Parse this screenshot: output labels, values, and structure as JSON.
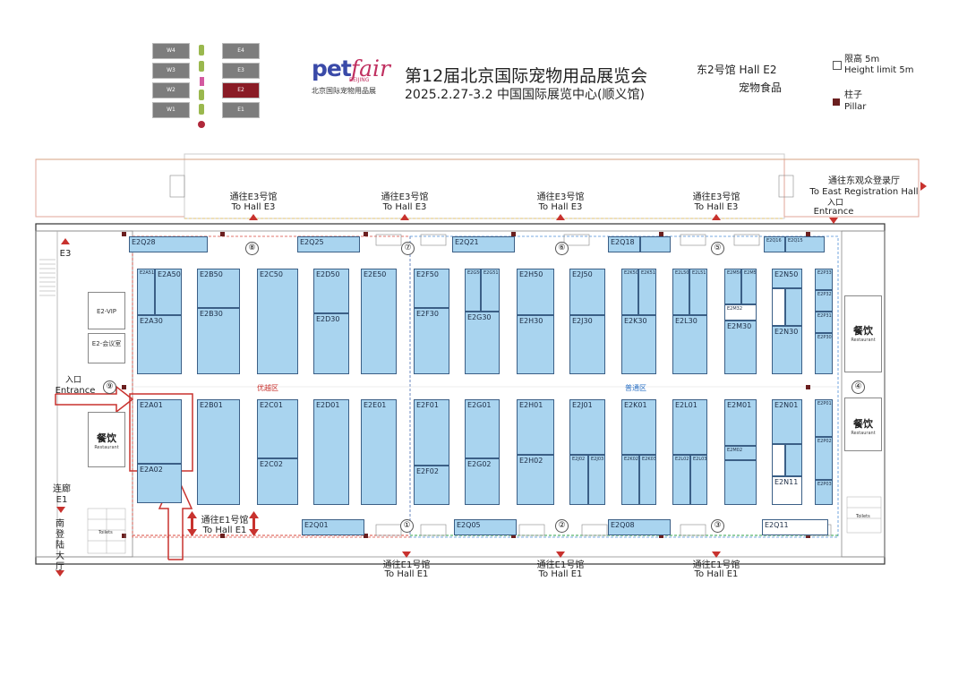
{
  "header": {
    "logo_pet": "pet",
    "logo_fair": "fair",
    "logo_beijing": "BEIJING",
    "logo_cn": "北京国际宠物用品展",
    "title": "第12届北京国际宠物用品展览会",
    "subtitle": "2025.2.27-3.2 中国国际展览中心(顺义馆)",
    "hall_name": "东2号馆 Hall E2",
    "hall_category": "宠物食品"
  },
  "legend": {
    "height_cn": "限高 5m",
    "height_en": "Height limit 5m",
    "pillar_cn": "柱子",
    "pillar_en": "Pillar"
  },
  "mini_map": {
    "blocks": [
      "W4",
      "W3",
      "W2",
      "W1",
      "E4",
      "E3",
      "E2",
      "E1"
    ],
    "highlight": "E2",
    "highlight_color": "#8a1c26"
  },
  "directions": {
    "to_e3_cn": "通往E3号馆",
    "to_e3_en": "To Hall E3",
    "to_e1_cn": "通往E1号馆",
    "to_e1_en": "To Hall E1",
    "to_east_cn": "通往东观众登录厅",
    "to_east_en": "To East Registration Hall",
    "entrance_cn": "入口",
    "entrance_en": "Entrance",
    "e3": "E3",
    "corridor_cn": "连廊",
    "corridor_e1": "E1",
    "south_hall_cn": "南登陆大厅"
  },
  "zones": {
    "premium": "优越区",
    "general": "普通区"
  },
  "facilities": {
    "vip": "E2-VIP",
    "meeting": "E2-会议室",
    "restaurant_cn": "餐饮",
    "restaurant_en": "Restaurant",
    "toilets": "Toilets"
  },
  "gates": [
    "①",
    "②",
    "③",
    "④",
    "⑤",
    "⑥",
    "⑦",
    "⑧",
    "⑨"
  ],
  "booths": {
    "q_top": [
      "E2Q28",
      "E2Q25",
      "E2Q21",
      "E2Q18",
      "E2Q16",
      "E2Q15"
    ],
    "q_bottom": [
      "E2Q01",
      "E2Q05",
      "E2Q08",
      "E2Q11"
    ],
    "top_row": [
      "E2A51",
      "E2A50",
      "E2A30",
      "E2B50",
      "E2B30",
      "E2C50",
      "E2D50",
      "E2D30",
      "E2E50",
      "E2F50",
      "E2F30",
      "E2G50",
      "E2G51",
      "E2G30",
      "E2H50",
      "E2H30",
      "E2J50",
      "E2J30",
      "E2K50",
      "E2K51",
      "E2K30",
      "E2L50",
      "E2L51",
      "E2L30",
      "E2M50",
      "E2M51",
      "E2M32",
      "E2M30",
      "E2N50",
      "E2N30",
      "E2P33",
      "E2P32",
      "E2P31",
      "E2P30"
    ],
    "bottom_row": [
      "E2A01",
      "E2A02",
      "E2B01",
      "E2C01",
      "E2C02",
      "E2D01",
      "E2E01",
      "E2F01",
      "E2F02",
      "E2G01",
      "E2G02",
      "E2H01",
      "E2H02",
      "E2J01",
      "E2J02",
      "E2J03",
      "E2K01",
      "E2K02",
      "E2K03",
      "E2L01",
      "E2L02",
      "E2L03",
      "E2M01",
      "E2M02",
      "E2N01",
      "E2N11",
      "E2P01",
      "E2P02",
      "E2P03"
    ]
  }
}
